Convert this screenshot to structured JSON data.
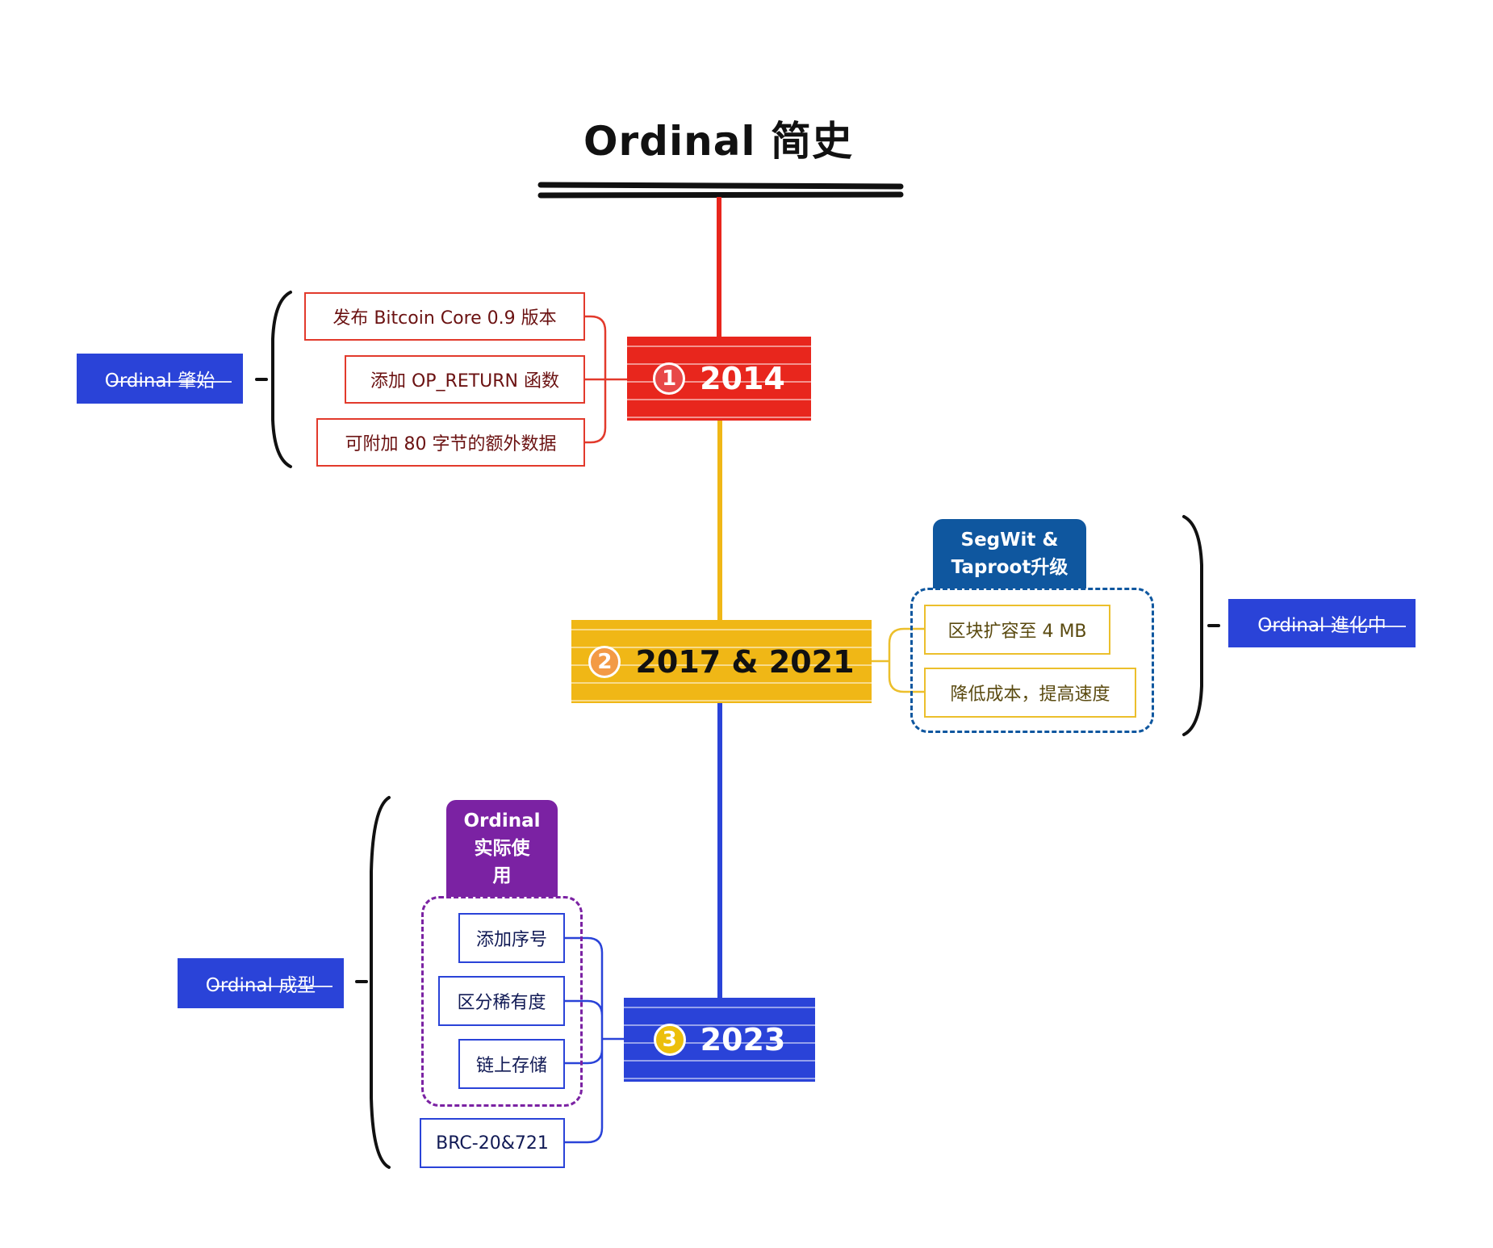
{
  "title": "Ordinal 简史",
  "colors": {
    "stage1": "#e8261d",
    "stage2": "#f0b716",
    "stage3": "#2a43d8",
    "tag": "#2a43d8",
    "segwit_header": "#0f579f",
    "ordinal_header": "#7b22a3"
  },
  "stages": [
    {
      "number": "1",
      "year": "2014",
      "tag": "Ordinal 肇始",
      "items": [
        "发布 Bitcoin Core 0.9 版本",
        "添加 OP_RETURN 函数",
        "可附加 80 字节的额外数据"
      ]
    },
    {
      "number": "2",
      "year": "2017 & 2021",
      "tag": "Ordinal 進化中",
      "group_header": "SegWit & Taproot升级",
      "group_header_lines": [
        "SegWit &",
        "Taproot升级"
      ],
      "items": [
        "区块扩容至 4 MB",
        "降低成本，提高速度"
      ]
    },
    {
      "number": "3",
      "year": "2023",
      "tag": "Ordinal 成型",
      "group_header": "Ordinal 实际使用",
      "group_header_lines": [
        "Ordinal",
        "实际使",
        "用"
      ],
      "items": [
        "添加序号",
        "区分稀有度",
        "链上存储"
      ],
      "extra_item": "BRC-20&721"
    }
  ]
}
